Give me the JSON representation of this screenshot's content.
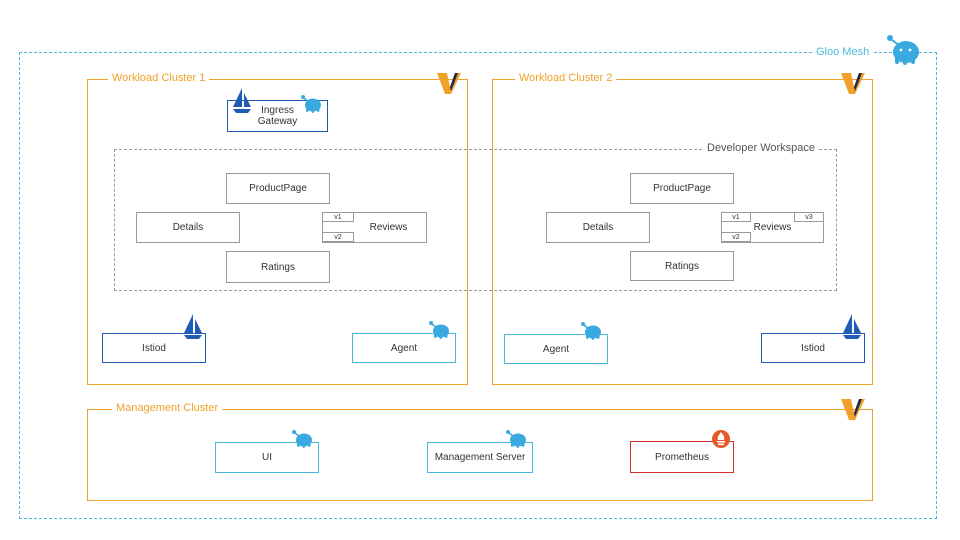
{
  "mesh": {
    "label": "Gloo Mesh"
  },
  "workload_cluster_1": {
    "label": "Workload Cluster 1",
    "ingress_gateway": "Ingress\nGateway",
    "istiod": "Istiod",
    "agent": "Agent"
  },
  "workload_cluster_2": {
    "label": "Workload Cluster 2",
    "agent": "Agent",
    "istiod": "Istiod"
  },
  "workspace": {
    "label": "Developer Workspace",
    "left": {
      "productpage": "ProductPage",
      "details": "Details",
      "reviews": "Reviews",
      "ratings": "Ratings",
      "versions": [
        "v1",
        "v2"
      ]
    },
    "right": {
      "productpage": "ProductPage",
      "details": "Details",
      "reviews": "Reviews",
      "ratings": "Ratings",
      "versions": [
        "v1",
        "v2",
        "v3"
      ]
    }
  },
  "management_cluster": {
    "label": "Management Cluster",
    "ui": "UI",
    "management_server": "Management Server",
    "prometheus": "Prometheus"
  },
  "colors": {
    "mesh": "#48b9dd",
    "cluster": "#f0a12a",
    "istio": "#1f5db5",
    "prometheus": "#d32f2f",
    "gloo": "#3aa9e0"
  },
  "icons": [
    "gloo-mascot-icon",
    "vendor-v-logo-icon",
    "istio-sail-icon",
    "prometheus-flame-icon"
  ]
}
